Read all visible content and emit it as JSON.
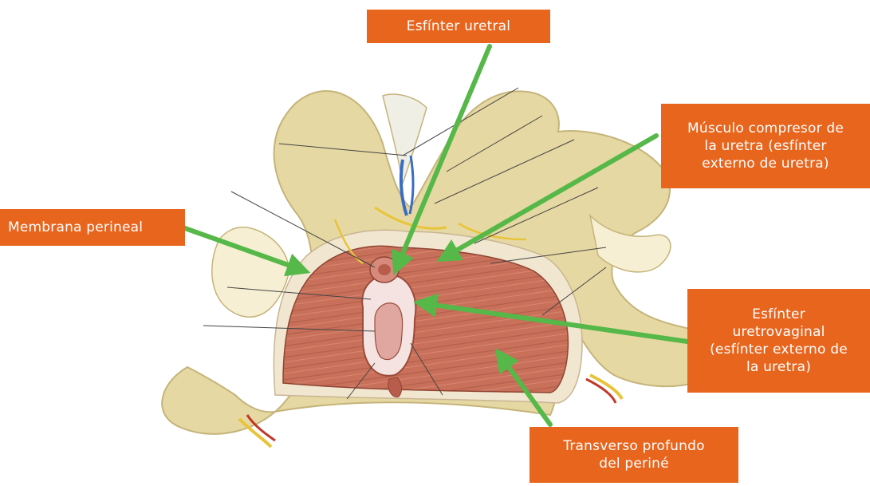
{
  "colors": {
    "label_bg": "#e8651e",
    "label_text": "#ffffff",
    "arrow": "#55b848",
    "bone": "#e6d8a3",
    "bone_shadow": "#c5b47a",
    "muscle": "#c8705a",
    "muscle_dark": "#a2503e",
    "membrane": "#f1e6cf",
    "leader_line": "#444444"
  },
  "labels": {
    "esfinter_uretral": [
      "Esfínter uretral"
    ],
    "musculo_compresor": [
      "Músculo compresor de",
      "la uretra (esfínter",
      "externo de uretra)"
    ],
    "membrana_perineal": [
      "Membrana perineal"
    ],
    "esfinter_uretrovaginal": [
      "Esfínter",
      "uretrovaginal",
      "(esfínter externo de",
      "la uretra)"
    ],
    "transverso_profundo": [
      "Transverso profundo",
      "del periné"
    ]
  },
  "icons": {
    "arrow": "green-arrow-icon"
  }
}
